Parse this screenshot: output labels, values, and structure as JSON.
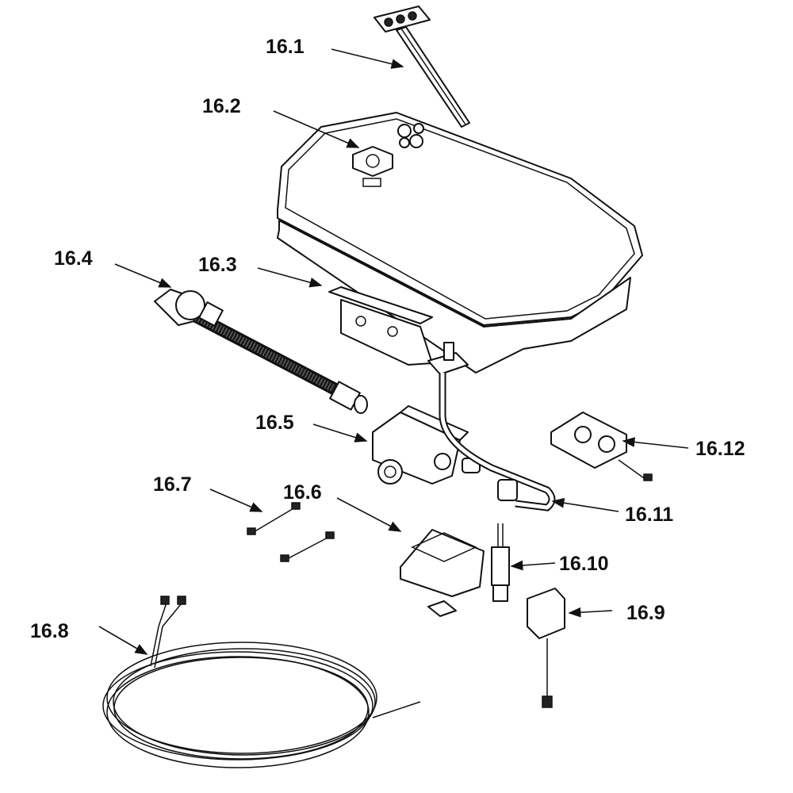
{
  "labels": {
    "p16_1": "16.1",
    "p16_2": "16.2",
    "p16_3": "16.3",
    "p16_4": "16.4",
    "p16_5": "16.5",
    "p16_6": "16.6",
    "p16_7": "16.7",
    "p16_8": "16.8",
    "p16_9": "16.9",
    "p16_10": "16.10",
    "p16_11": "16.11",
    "p16_12": "16.12"
  }
}
